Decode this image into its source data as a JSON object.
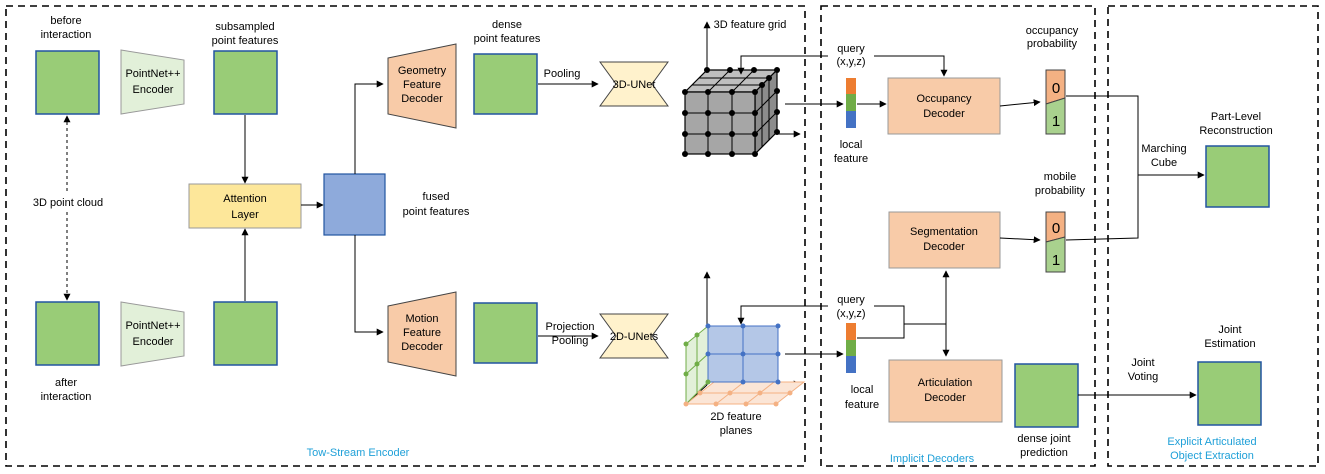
{
  "sections": {
    "encoder": "Tow-Stream Encoder",
    "decoders": "Implicit Decoders",
    "extraction": [
      "Explicit Articulated",
      "Object Extraction"
    ]
  },
  "labels": {
    "before_interaction": [
      "before",
      "interaction"
    ],
    "after_interaction": [
      "after",
      "interaction"
    ],
    "point_cloud": "3D point cloud",
    "pointnet": [
      "PointNet++",
      "Encoder"
    ],
    "subsampled": [
      "subsampled",
      "point features"
    ],
    "attention": [
      "Attention",
      "Layer"
    ],
    "fused": [
      "fused",
      "point features"
    ],
    "geometry_decoder": [
      "Geometry",
      "Feature",
      "Decoder"
    ],
    "motion_decoder": [
      "Motion",
      "Feature",
      "Decoder"
    ],
    "dense_point_features": [
      "dense",
      "point features"
    ],
    "pooling": "Pooling",
    "projection_pooling": [
      "Projection",
      "Pooling"
    ],
    "unet3d": "3D-UNet",
    "unet2d": "2D-UNets",
    "feature_grid": "3D feature grid",
    "feature_planes": [
      "2D feature",
      "planes"
    ],
    "query": [
      "query",
      "(x,y,z)"
    ],
    "local_feature": [
      "local",
      "feature"
    ],
    "occupancy_decoder": [
      "Occupancy",
      "Decoder"
    ],
    "segmentation_decoder": [
      "Segmentation",
      "Decoder"
    ],
    "articulation_decoder": [
      "Articulation",
      "Decoder"
    ],
    "occupancy_probability": [
      "occupancy",
      "probability"
    ],
    "mobile_probability": [
      "mobile",
      "probability"
    ],
    "bit0": "0",
    "bit1": "1",
    "dense_joint": [
      "dense joint",
      "prediction"
    ],
    "marching_cube": [
      "Marching",
      "Cube"
    ],
    "part_level": [
      "Part-Level",
      "Reconstruction"
    ],
    "joint_voting": [
      "Joint",
      "Voting"
    ],
    "joint_estimation": [
      "Joint",
      "Estimation"
    ]
  },
  "colors": {
    "green": "#99cc77",
    "green_border": "#2255a0",
    "peach": "#f8cba8",
    "yellow": "#fde79a",
    "blue": "#8eaadb",
    "orange_bar": "#ed7d31",
    "green_bar": "#70ad47",
    "blue_bar": "#4472c4",
    "section_label": "#1fa0d8"
  }
}
